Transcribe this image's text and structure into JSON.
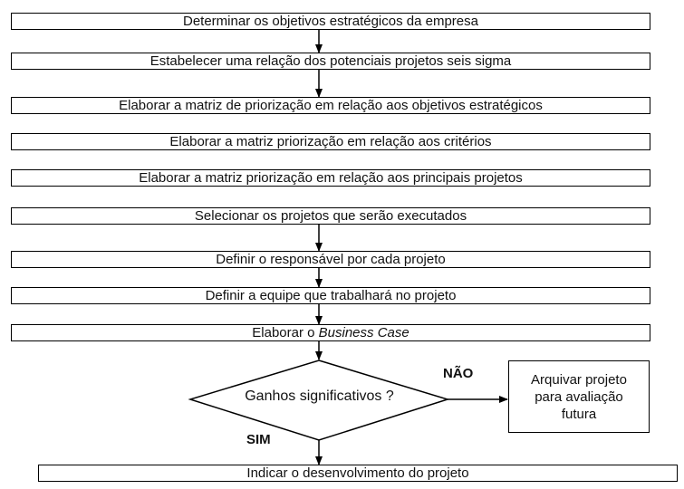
{
  "steps": [
    "Determinar os objetivos estratégicos da empresa",
    "Estabelecer uma relação dos potenciais projetos seis sigma",
    "Elaborar a matriz de priorização em relação aos objetivos estratégicos",
    "Elaborar a matriz priorização em relação aos critérios",
    "Elaborar a matriz priorização em relação aos principais projetos",
    "Selecionar os projetos que serão executados",
    "Definir o responsável por cada projeto",
    "Definir a equipe que trabalhará no projeto"
  ],
  "business_case": {
    "prefix": "Elaborar o ",
    "emphasis": "Business Case"
  },
  "decision": "Ganhos significativos ?",
  "no_label": "NÃO",
  "yes_label": "SIM",
  "archive_box": "Arquivar projeto\npara avaliação\nfutura",
  "final_step": "Indicar o desenvolvimento do projeto"
}
